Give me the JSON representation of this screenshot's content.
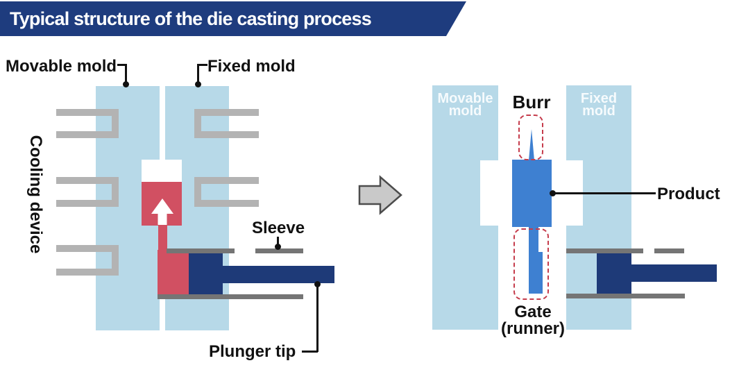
{
  "title": "Typical structure of the die casting process",
  "colors": {
    "banner_navy": "#1e3c7e",
    "mold_blue": "#b7d9e8",
    "molten_red": "#d15062",
    "plunger_navy": "#1e3a78",
    "product_blue": "#3e80d1",
    "cooling_gray": "#b3b3b3",
    "sleeve_gray": "#757575",
    "dashed_red": "#c53b4b",
    "arrow_gray": "#c9c9c9"
  },
  "left_diagram": {
    "labels": {
      "movable_mold": "Movable mold",
      "fixed_mold": "Fixed mold",
      "cooling_device": "Cooling device",
      "sleeve": "Sleeve",
      "plunger_tip": "Plunger tip"
    }
  },
  "right_diagram": {
    "labels": {
      "movable_mold_line1": "Movable",
      "movable_mold_line2": "mold",
      "fixed_mold_line1": "Fixed",
      "fixed_mold_line2": "mold",
      "burr": "Burr",
      "product": "Product",
      "gate_line1": "Gate",
      "gate_line2": "(runner)"
    }
  }
}
